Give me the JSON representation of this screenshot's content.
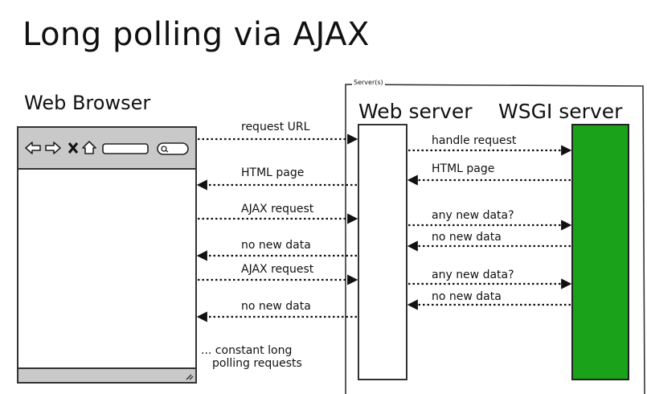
{
  "title": "Long polling via AJAX",
  "browser": {
    "title": "Web Browser"
  },
  "server_box": {
    "legend": "Server(s)",
    "web_server": "Web server",
    "wsgi_server": "WSGI server",
    "wsgi_color": "#1aa31a"
  },
  "browser_messages": [
    "request URL",
    "HTML page",
    "AJAX request",
    "no new data",
    "AJAX request",
    "no new data"
  ],
  "server_messages": [
    "handle request",
    "HTML page",
    "any new data?",
    "no new data",
    "any new data?",
    "no new data"
  ],
  "note": {
    "line1": "... constant long",
    "line2": "polling requests"
  },
  "toolbar_icons": [
    "back-arrow-icon",
    "forward-arrow-icon",
    "stop-icon",
    "home-icon",
    "address-bar",
    "search-box"
  ]
}
